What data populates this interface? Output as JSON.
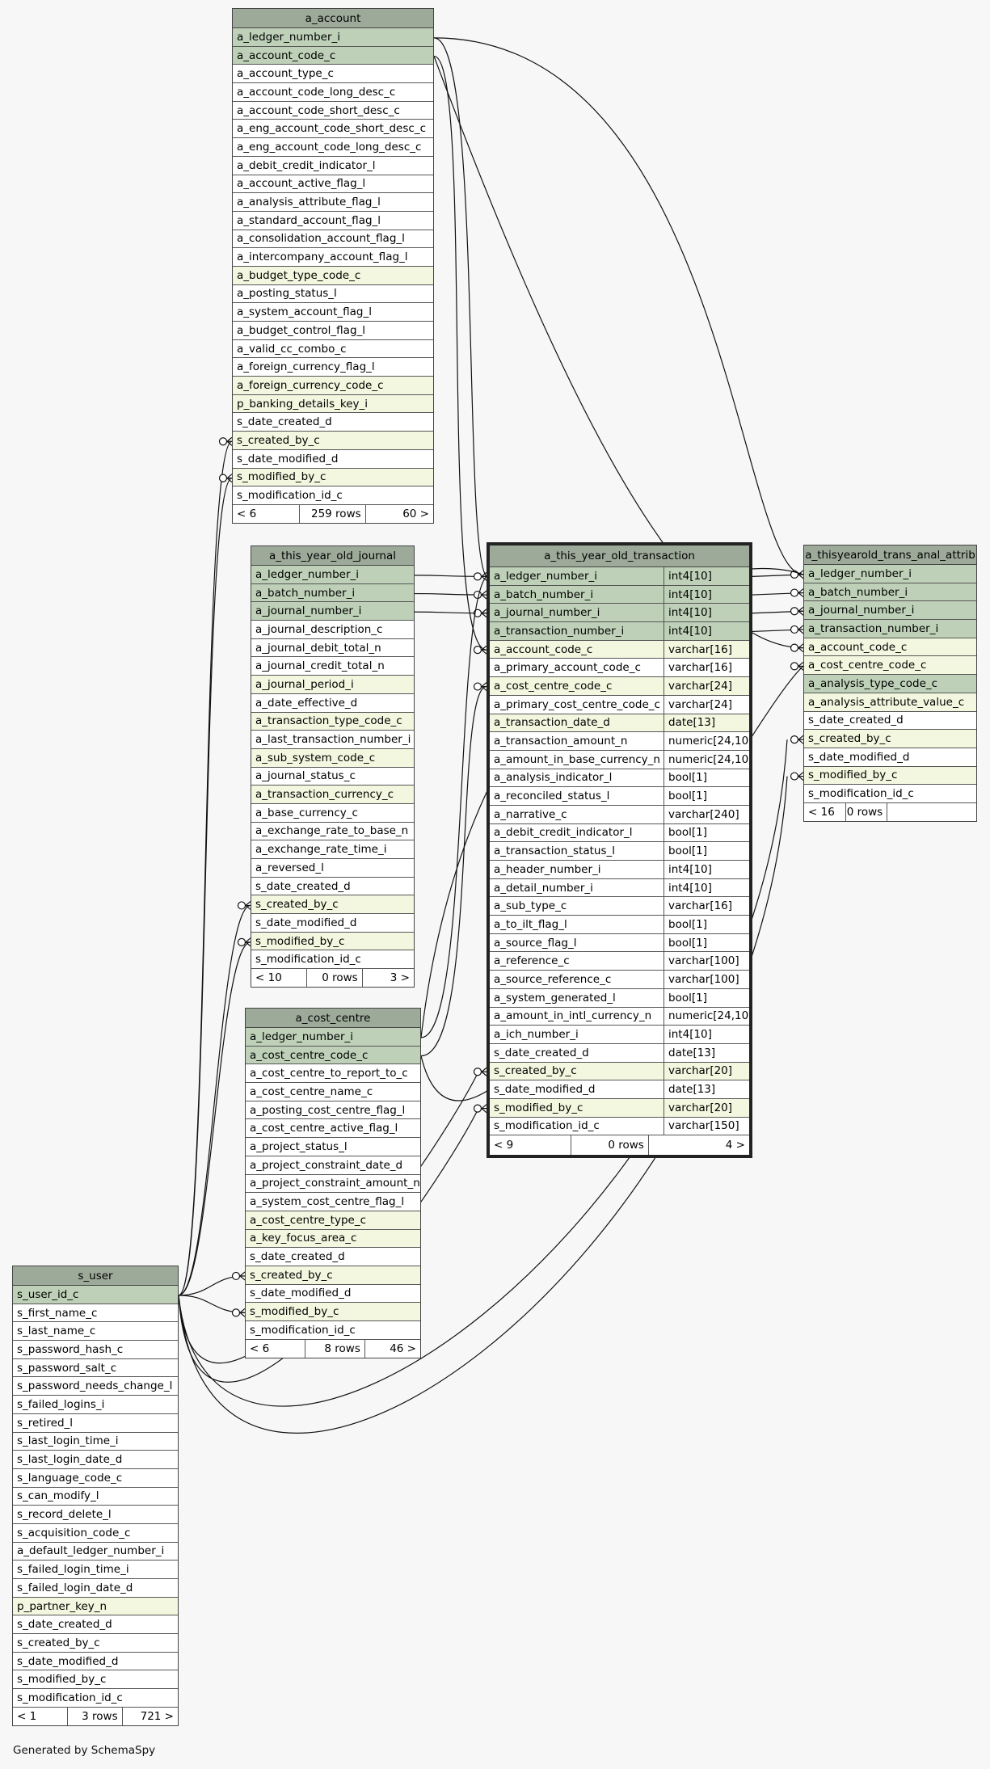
{
  "footer_text": "Generated by SchemaSpy",
  "tables": [
    {
      "id": "a_account",
      "name": "a_account",
      "focus": false,
      "columns": [
        {
          "name": "a_ledger_number_i",
          "kind": "pk"
        },
        {
          "name": "a_account_code_c",
          "kind": "pk"
        },
        {
          "name": "a_account_type_c",
          "kind": ""
        },
        {
          "name": "a_account_code_long_desc_c",
          "kind": ""
        },
        {
          "name": "a_account_code_short_desc_c",
          "kind": ""
        },
        {
          "name": "a_eng_account_code_short_desc_c",
          "kind": ""
        },
        {
          "name": "a_eng_account_code_long_desc_c",
          "kind": ""
        },
        {
          "name": "a_debit_credit_indicator_l",
          "kind": ""
        },
        {
          "name": "a_account_active_flag_l",
          "kind": ""
        },
        {
          "name": "a_analysis_attribute_flag_l",
          "kind": ""
        },
        {
          "name": "a_standard_account_flag_l",
          "kind": ""
        },
        {
          "name": "a_consolidation_account_flag_l",
          "kind": ""
        },
        {
          "name": "a_intercompany_account_flag_l",
          "kind": ""
        },
        {
          "name": "a_budget_type_code_c",
          "kind": "fk"
        },
        {
          "name": "a_posting_status_l",
          "kind": ""
        },
        {
          "name": "a_system_account_flag_l",
          "kind": ""
        },
        {
          "name": "a_budget_control_flag_l",
          "kind": ""
        },
        {
          "name": "a_valid_cc_combo_c",
          "kind": ""
        },
        {
          "name": "a_foreign_currency_flag_l",
          "kind": ""
        },
        {
          "name": "a_foreign_currency_code_c",
          "kind": "fk"
        },
        {
          "name": "p_banking_details_key_i",
          "kind": "fk"
        },
        {
          "name": "s_date_created_d",
          "kind": ""
        },
        {
          "name": "s_created_by_c",
          "kind": "fk"
        },
        {
          "name": "s_date_modified_d",
          "kind": ""
        },
        {
          "name": "s_modified_by_c",
          "kind": "fk"
        },
        {
          "name": "s_modification_id_c",
          "kind": ""
        }
      ],
      "footer": [
        "< 6",
        "259 rows",
        "60 >"
      ]
    },
    {
      "id": "a_this_year_old_journal",
      "name": "a_this_year_old_journal",
      "focus": false,
      "columns": [
        {
          "name": "a_ledger_number_i",
          "kind": "pk"
        },
        {
          "name": "a_batch_number_i",
          "kind": "pk"
        },
        {
          "name": "a_journal_number_i",
          "kind": "pk"
        },
        {
          "name": "a_journal_description_c",
          "kind": ""
        },
        {
          "name": "a_journal_debit_total_n",
          "kind": ""
        },
        {
          "name": "a_journal_credit_total_n",
          "kind": ""
        },
        {
          "name": "a_journal_period_i",
          "kind": "fk"
        },
        {
          "name": "a_date_effective_d",
          "kind": ""
        },
        {
          "name": "a_transaction_type_code_c",
          "kind": "fk"
        },
        {
          "name": "a_last_transaction_number_i",
          "kind": ""
        },
        {
          "name": "a_sub_system_code_c",
          "kind": "fk"
        },
        {
          "name": "a_journal_status_c",
          "kind": ""
        },
        {
          "name": "a_transaction_currency_c",
          "kind": "fk"
        },
        {
          "name": "a_base_currency_c",
          "kind": ""
        },
        {
          "name": "a_exchange_rate_to_base_n",
          "kind": ""
        },
        {
          "name": "a_exchange_rate_time_i",
          "kind": ""
        },
        {
          "name": "a_reversed_l",
          "kind": ""
        },
        {
          "name": "s_date_created_d",
          "kind": ""
        },
        {
          "name": "s_created_by_c",
          "kind": "fk"
        },
        {
          "name": "s_date_modified_d",
          "kind": ""
        },
        {
          "name": "s_modified_by_c",
          "kind": "fk"
        },
        {
          "name": "s_modification_id_c",
          "kind": ""
        }
      ],
      "footer": [
        "< 10",
        "0 rows",
        "3 >"
      ]
    },
    {
      "id": "a_cost_centre",
      "name": "a_cost_centre",
      "focus": false,
      "columns": [
        {
          "name": "a_ledger_number_i",
          "kind": "pk"
        },
        {
          "name": "a_cost_centre_code_c",
          "kind": "pk"
        },
        {
          "name": "a_cost_centre_to_report_to_c",
          "kind": ""
        },
        {
          "name": "a_cost_centre_name_c",
          "kind": ""
        },
        {
          "name": "a_posting_cost_centre_flag_l",
          "kind": ""
        },
        {
          "name": "a_cost_centre_active_flag_l",
          "kind": ""
        },
        {
          "name": "a_project_status_l",
          "kind": ""
        },
        {
          "name": "a_project_constraint_date_d",
          "kind": ""
        },
        {
          "name": "a_project_constraint_amount_n",
          "kind": ""
        },
        {
          "name": "a_system_cost_centre_flag_l",
          "kind": ""
        },
        {
          "name": "a_cost_centre_type_c",
          "kind": "fk"
        },
        {
          "name": "a_key_focus_area_c",
          "kind": "fk"
        },
        {
          "name": "s_date_created_d",
          "kind": ""
        },
        {
          "name": "s_created_by_c",
          "kind": "fk"
        },
        {
          "name": "s_date_modified_d",
          "kind": ""
        },
        {
          "name": "s_modified_by_c",
          "kind": "fk"
        },
        {
          "name": "s_modification_id_c",
          "kind": ""
        }
      ],
      "footer": [
        "< 6",
        "8 rows",
        "46 >"
      ]
    },
    {
      "id": "s_user",
      "name": "s_user",
      "focus": false,
      "columns": [
        {
          "name": "s_user_id_c",
          "kind": "pk"
        },
        {
          "name": "s_first_name_c",
          "kind": ""
        },
        {
          "name": "s_last_name_c",
          "kind": ""
        },
        {
          "name": "s_password_hash_c",
          "kind": ""
        },
        {
          "name": "s_password_salt_c",
          "kind": ""
        },
        {
          "name": "s_password_needs_change_l",
          "kind": ""
        },
        {
          "name": "s_failed_logins_i",
          "kind": ""
        },
        {
          "name": "s_retired_l",
          "kind": ""
        },
        {
          "name": "s_last_login_time_i",
          "kind": ""
        },
        {
          "name": "s_last_login_date_d",
          "kind": ""
        },
        {
          "name": "s_language_code_c",
          "kind": ""
        },
        {
          "name": "s_can_modify_l",
          "kind": ""
        },
        {
          "name": "s_record_delete_l",
          "kind": ""
        },
        {
          "name": "s_acquisition_code_c",
          "kind": ""
        },
        {
          "name": "a_default_ledger_number_i",
          "kind": ""
        },
        {
          "name": "s_failed_login_time_i",
          "kind": ""
        },
        {
          "name": "s_failed_login_date_d",
          "kind": ""
        },
        {
          "name": "p_partner_key_n",
          "kind": "fk"
        },
        {
          "name": "s_date_created_d",
          "kind": ""
        },
        {
          "name": "s_created_by_c",
          "kind": ""
        },
        {
          "name": "s_date_modified_d",
          "kind": ""
        },
        {
          "name": "s_modified_by_c",
          "kind": ""
        },
        {
          "name": "s_modification_id_c",
          "kind": ""
        }
      ],
      "footer": [
        "< 1",
        "3 rows",
        "721 >"
      ]
    },
    {
      "id": "a_this_year_old_transaction",
      "name": "a_this_year_old_transaction",
      "focus": true,
      "columns": [
        {
          "name": "a_ledger_number_i",
          "type": "int4[10]",
          "kind": "pk"
        },
        {
          "name": "a_batch_number_i",
          "type": "int4[10]",
          "kind": "pk"
        },
        {
          "name": "a_journal_number_i",
          "type": "int4[10]",
          "kind": "pk"
        },
        {
          "name": "a_transaction_number_i",
          "type": "int4[10]",
          "kind": "pk"
        },
        {
          "name": "a_account_code_c",
          "type": "varchar[16]",
          "kind": "fk"
        },
        {
          "name": "a_primary_account_code_c",
          "type": "varchar[16]",
          "kind": ""
        },
        {
          "name": "a_cost_centre_code_c",
          "type": "varchar[24]",
          "kind": "fk"
        },
        {
          "name": "a_primary_cost_centre_code_c",
          "type": "varchar[24]",
          "kind": ""
        },
        {
          "name": "a_transaction_date_d",
          "type": "date[13]",
          "kind": "fk"
        },
        {
          "name": "a_transaction_amount_n",
          "type": "numeric[24,10]",
          "kind": ""
        },
        {
          "name": "a_amount_in_base_currency_n",
          "type": "numeric[24,10]",
          "kind": ""
        },
        {
          "name": "a_analysis_indicator_l",
          "type": "bool[1]",
          "kind": ""
        },
        {
          "name": "a_reconciled_status_l",
          "type": "bool[1]",
          "kind": ""
        },
        {
          "name": "a_narrative_c",
          "type": "varchar[240]",
          "kind": ""
        },
        {
          "name": "a_debit_credit_indicator_l",
          "type": "bool[1]",
          "kind": ""
        },
        {
          "name": "a_transaction_status_l",
          "type": "bool[1]",
          "kind": ""
        },
        {
          "name": "a_header_number_i",
          "type": "int4[10]",
          "kind": ""
        },
        {
          "name": "a_detail_number_i",
          "type": "int4[10]",
          "kind": ""
        },
        {
          "name": "a_sub_type_c",
          "type": "varchar[16]",
          "kind": ""
        },
        {
          "name": "a_to_ilt_flag_l",
          "type": "bool[1]",
          "kind": ""
        },
        {
          "name": "a_source_flag_l",
          "type": "bool[1]",
          "kind": ""
        },
        {
          "name": "a_reference_c",
          "type": "varchar[100]",
          "kind": ""
        },
        {
          "name": "a_source_reference_c",
          "type": "varchar[100]",
          "kind": ""
        },
        {
          "name": "a_system_generated_l",
          "type": "bool[1]",
          "kind": ""
        },
        {
          "name": "a_amount_in_intl_currency_n",
          "type": "numeric[24,10]",
          "kind": ""
        },
        {
          "name": "a_ich_number_i",
          "type": "int4[10]",
          "kind": ""
        },
        {
          "name": "s_date_created_d",
          "type": "date[13]",
          "kind": ""
        },
        {
          "name": "s_created_by_c",
          "type": "varchar[20]",
          "kind": "fk"
        },
        {
          "name": "s_date_modified_d",
          "type": "date[13]",
          "kind": ""
        },
        {
          "name": "s_modified_by_c",
          "type": "varchar[20]",
          "kind": "fk"
        },
        {
          "name": "s_modification_id_c",
          "type": "varchar[150]",
          "kind": ""
        }
      ],
      "footer": [
        "< 9",
        "0 rows",
        "4 >"
      ]
    },
    {
      "id": "a_thisyearold_trans_anal_attrib",
      "name": "a_thisyearold_trans_anal_attrib",
      "focus": false,
      "columns": [
        {
          "name": "a_ledger_number_i",
          "kind": "pk"
        },
        {
          "name": "a_batch_number_i",
          "kind": "pk"
        },
        {
          "name": "a_journal_number_i",
          "kind": "pk"
        },
        {
          "name": "a_transaction_number_i",
          "kind": "pk"
        },
        {
          "name": "a_account_code_c",
          "kind": "fk"
        },
        {
          "name": "a_cost_centre_code_c",
          "kind": "fk"
        },
        {
          "name": "a_analysis_type_code_c",
          "kind": "pk"
        },
        {
          "name": "a_analysis_attribute_value_c",
          "kind": "fk"
        },
        {
          "name": "s_date_created_d",
          "kind": ""
        },
        {
          "name": "s_created_by_c",
          "kind": "fk"
        },
        {
          "name": "s_date_modified_d",
          "kind": ""
        },
        {
          "name": "s_modified_by_c",
          "kind": "fk"
        },
        {
          "name": "s_modification_id_c",
          "kind": ""
        }
      ],
      "footer": [
        "< 16",
        "0 rows",
        ""
      ]
    }
  ]
}
